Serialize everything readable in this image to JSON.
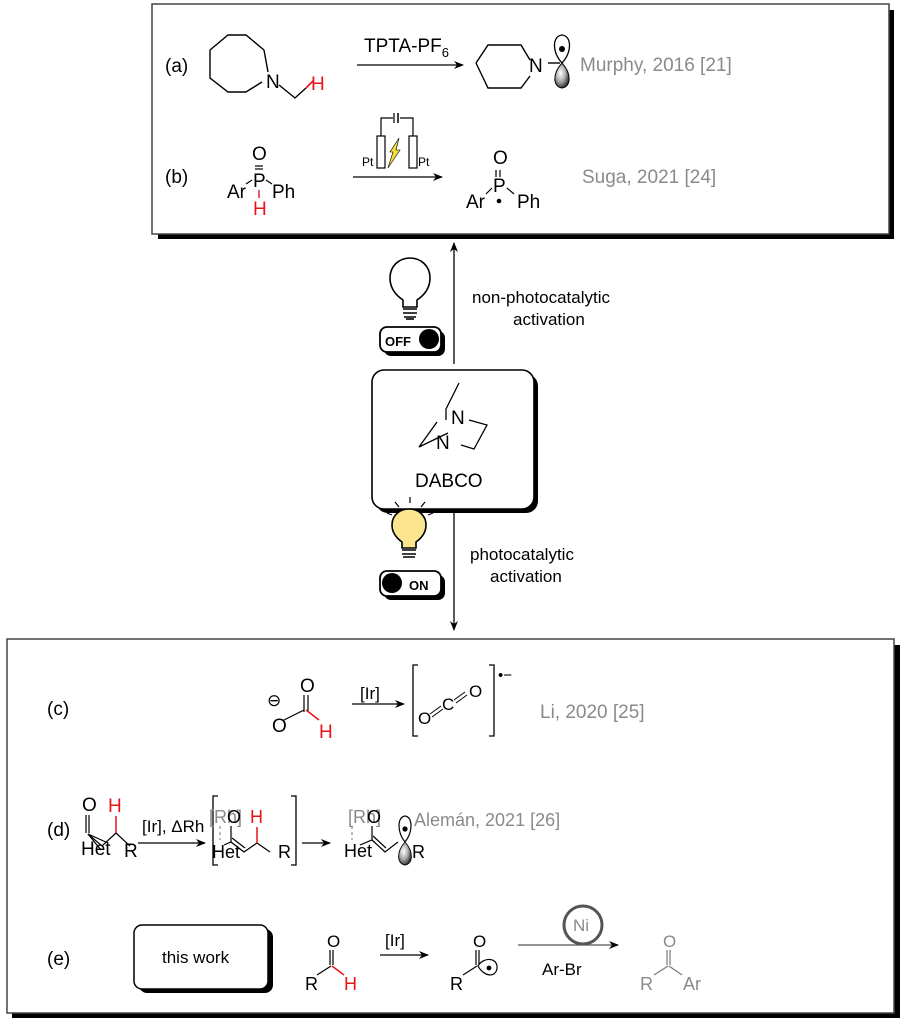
{
  "top_section": {
    "reactions": [
      {
        "label": "(a)",
        "reagent": "TPTA-PF",
        "reagent_subscript": "6",
        "substrate_atoms": {
          "N": "N",
          "H": "H"
        },
        "product_atoms": {
          "N": "N"
        },
        "citation": "Murphy, 2016 [21]"
      },
      {
        "label": "(b)",
        "electrode_left": "Pt",
        "electrode_right": "Pt",
        "substrate_atoms": {
          "O": "O",
          "P": "P",
          "Ar": "Ar",
          "Ph": "Ph",
          "H": "H"
        },
        "product_atoms": {
          "O": "O",
          "P": "P",
          "Ar": "Ar",
          "Ph": "Ph"
        },
        "citation": "Suga, 2021 [24]"
      }
    ]
  },
  "middle_section": {
    "upper_path": {
      "line1": "non-photocatalytic",
      "line2": "activation",
      "switch_label": "OFF",
      "bulb_state": "off"
    },
    "catalyst": {
      "name": "DABCO",
      "atom_N": "N"
    },
    "lower_path": {
      "line1": "photocatalytic",
      "line2": "activation",
      "switch_label": "ON",
      "bulb_state": "on"
    },
    "colors": {
      "bulb_on": "#fbe68f",
      "highlight_h": "#e8141b",
      "citation": "#8a8a8a"
    }
  },
  "bottom_section": {
    "reactions": [
      {
        "label": "(c)",
        "reagent": "[Ir]",
        "atoms": {
          "O": "O",
          "H": "H",
          "C": "C",
          "charge": "•−",
          "minus": "⊖"
        },
        "citation": "Li, 2020 [25]"
      },
      {
        "label": "(d)",
        "reagent": "[Ir], ΔRh",
        "atoms": {
          "O": "O",
          "H": "H",
          "Het": "Het",
          "R": "R",
          "Rh": "[Rh]"
        },
        "citation": "Alemán, 2021 [26]"
      },
      {
        "label": "(e)",
        "badge": "this work",
        "reagent": "[Ir]",
        "catalyst": "Ni",
        "coupling_partner": "Ar-Br",
        "atoms": {
          "O": "O",
          "H": "H",
          "R": "R",
          "Ar": "Ar"
        }
      }
    ]
  }
}
